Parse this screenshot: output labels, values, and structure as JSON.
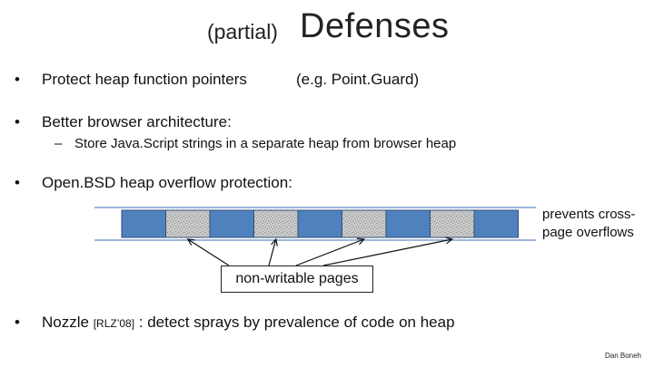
{
  "title": {
    "prefix": "(partial)",
    "main": "Defenses"
  },
  "bullets": {
    "bullet_char": "•",
    "item1": {
      "text": "Protect heap function pointers",
      "example": "(e.g.   Point.Guard)"
    },
    "item2": {
      "text": "Better browser architecture:",
      "sub_dash": "–",
      "sub_text": "Store Java.Script strings in a separate heap from browser heap"
    },
    "item3": {
      "text": "Open.BSD heap overflow protection:"
    },
    "item4": {
      "text_before": "Nozzle ",
      "cite": "[RLZ’08]",
      "text_after": " :  detect sprays by prevalence of code on heap"
    }
  },
  "diagram": {
    "side_note": "prevents cross-page overflows",
    "label": "non-writable pages",
    "colors": {
      "writable_page": "#4f81bd",
      "guard_page": "#c8c8c8",
      "rail_line": "#7f9fcf",
      "outline": "#2e4f7a"
    },
    "pages": [
      "writable",
      "guard",
      "writable",
      "guard",
      "writable",
      "guard",
      "writable",
      "guard",
      "writable"
    ]
  },
  "footer": {
    "author": "Dan Boneh"
  }
}
